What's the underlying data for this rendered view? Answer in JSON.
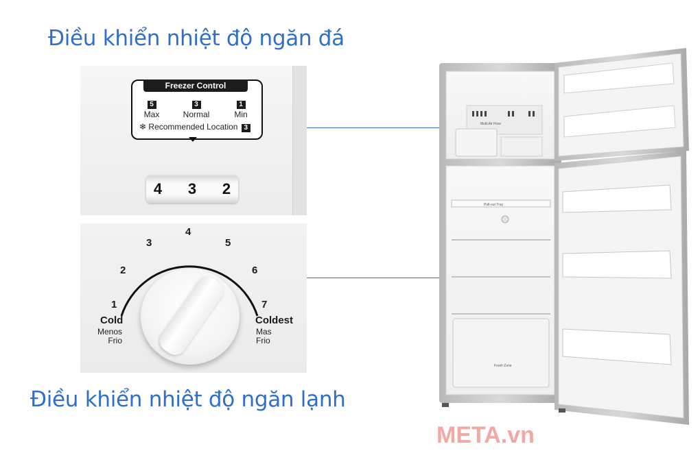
{
  "headings": {
    "freezer": "Điều khiển nhiệt độ ngăn đá",
    "fridge": "Điều khiển nhiệt độ ngăn lạnh"
  },
  "freezer_panel": {
    "title": "Freezer Control",
    "levels": [
      {
        "value": "5",
        "label": "Max"
      },
      {
        "value": "3",
        "label": "Normal"
      },
      {
        "value": "1",
        "label": "Min"
      }
    ],
    "recommended_label": "Recommended Location",
    "recommended_value": "3",
    "dial_numbers": [
      "4",
      "3",
      "2"
    ]
  },
  "fridge_dial": {
    "numbers": [
      "1",
      "2",
      "3",
      "4",
      "5",
      "6",
      "7"
    ],
    "left_title": "Cold",
    "left_sub": [
      "Menos",
      "Frio"
    ],
    "right_title": "Coldest",
    "right_sub": [
      "Mas",
      "Frio"
    ]
  },
  "fridge_labels": {
    "multi_air_flow": "Multi Air Flow",
    "pull_out_tray": "Pull-out Tray",
    "fresh_zone": "Fresh Zone"
  },
  "watermark": "META.vn",
  "colors": {
    "heading": "#2f6fc8",
    "line": "#3a6fc0",
    "watermark": "#f2a9a3"
  }
}
